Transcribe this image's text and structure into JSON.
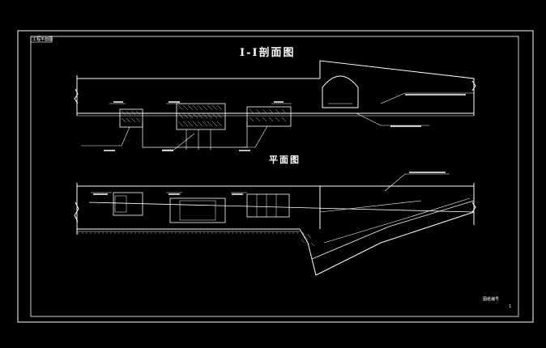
{
  "drawing": {
    "title_block_tag": "工程平面图",
    "section_title": "I-I剖面图",
    "plan_title": "平面图",
    "drawing_number": "图纸编号",
    "page_mark": "1"
  },
  "colors": {
    "background": "#000000",
    "line": "#ffffff",
    "hatch": "#cccccc"
  }
}
